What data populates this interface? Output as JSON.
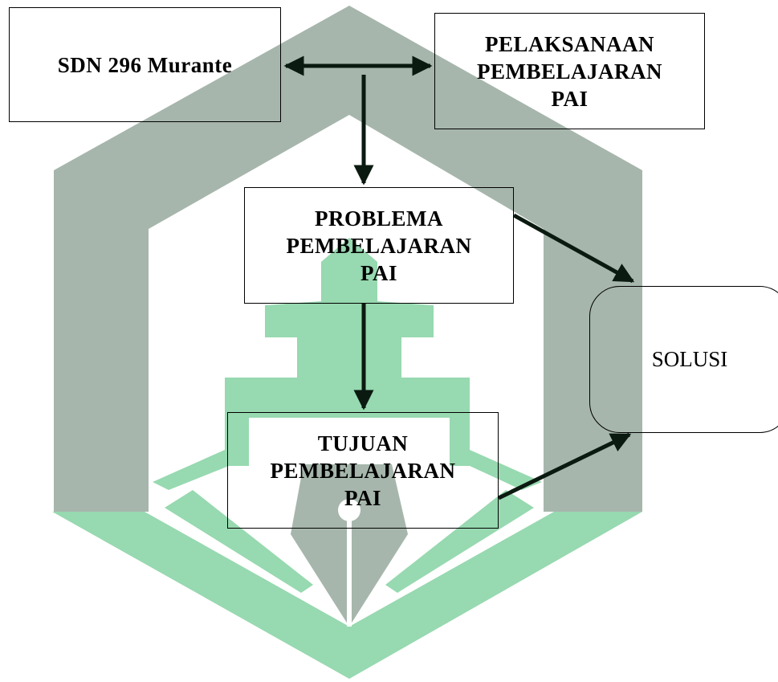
{
  "diagram": {
    "nodes": {
      "school": "SDN 296 Murante",
      "pelaksanaan": "PELAKSANAAN\nPEMBELAJARAN\nPAI",
      "problema": "PROBLEMA\nPEMBELAJARAN\nPAI",
      "tujuan": "TUJUAN\nPEMBELAJARAN\nPAI",
      "solusi": "SOLUSI"
    },
    "edges": [
      {
        "from": "school",
        "to": "pelaksanaan",
        "kind": "double-arrow"
      },
      {
        "from": "school-pelaksanaan-link",
        "to": "problema",
        "kind": "arrow"
      },
      {
        "from": "problema",
        "to": "tujuan",
        "kind": "arrow"
      },
      {
        "from": "problema",
        "to": "solusi",
        "kind": "arrow"
      },
      {
        "from": "tujuan",
        "to": "solusi",
        "kind": "arrow"
      }
    ]
  },
  "watermark": {
    "logo": "university-logo-watermark",
    "colors": {
      "gray": "#a6b6ac",
      "green": "#97d9b0"
    }
  }
}
